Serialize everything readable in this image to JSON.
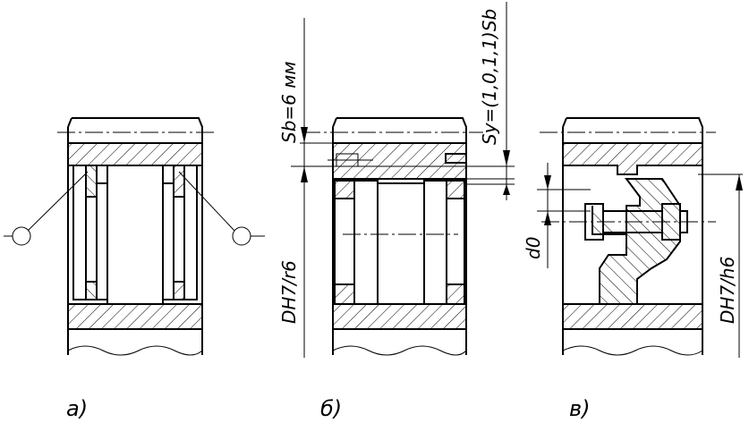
{
  "labels": {
    "panel_a": "a)",
    "panel_b": "б)",
    "panel_c": "в)"
  },
  "dims": {
    "sb": "Sb=6 мм",
    "sy": "Sy=(1,0,1,1)Sb",
    "fit_left": "DH7/r6",
    "fit_right": "DH7/h6",
    "d0": "d0"
  }
}
